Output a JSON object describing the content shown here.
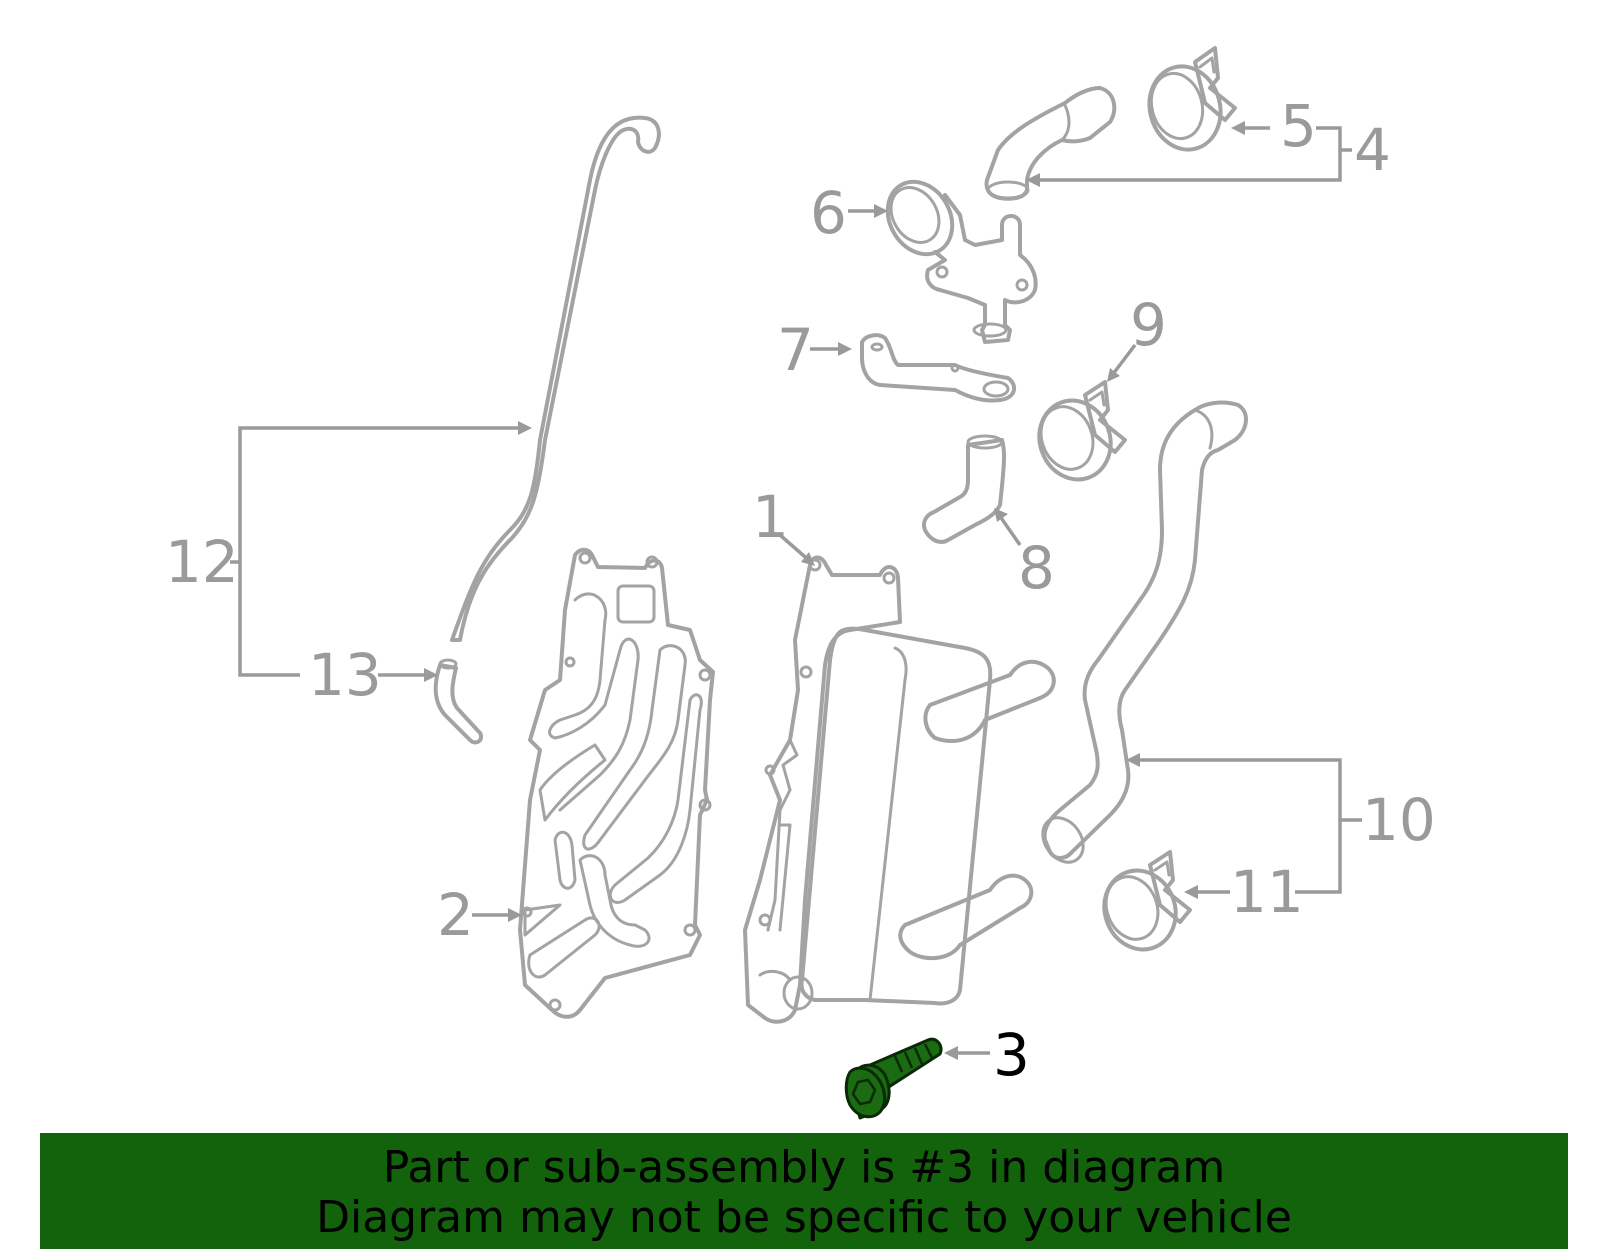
{
  "diagram": {
    "callouts": [
      {
        "id": "c1",
        "label": "1"
      },
      {
        "id": "c2",
        "label": "2"
      },
      {
        "id": "c3",
        "label": "3",
        "highlighted": true
      },
      {
        "id": "c4",
        "label": "4"
      },
      {
        "id": "c5",
        "label": "5"
      },
      {
        "id": "c6",
        "label": "6"
      },
      {
        "id": "c7",
        "label": "7"
      },
      {
        "id": "c8",
        "label": "8"
      },
      {
        "id": "c9",
        "label": "9"
      },
      {
        "id": "c10",
        "label": "10"
      },
      {
        "id": "c11",
        "label": "11"
      },
      {
        "id": "c12",
        "label": "12"
      },
      {
        "id": "c13",
        "label": "13"
      }
    ],
    "highlighted_part": "3",
    "colors": {
      "line_art": "#a3a3a3",
      "highlight_fill": "#1a6b12",
      "banner_bg": "#13620c",
      "banner_text": "#000000"
    }
  },
  "banner": {
    "line1": "Part or sub-assembly is #3 in diagram",
    "line2": "Diagram may not be specific to your vehicle"
  }
}
